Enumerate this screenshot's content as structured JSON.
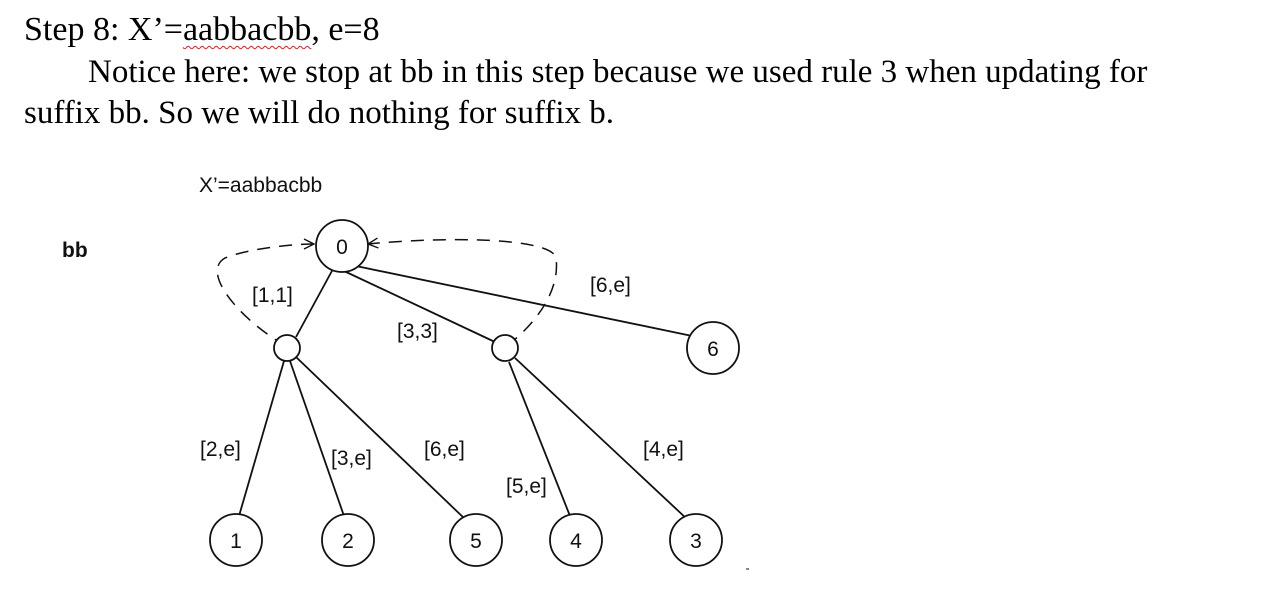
{
  "heading": {
    "prefix": "Step 8: X’=",
    "string": "aabbacbb",
    "suffix": ", e=8"
  },
  "paragraph": {
    "line1": "Notice here: we stop at bb in this step because we used rule 3 when updating for",
    "line2": "suffix bb. So we will do nothing for suffix b."
  },
  "diagram": {
    "title": "X’=aabbacbb",
    "side_label": "bb",
    "nodes": {
      "root": "0",
      "internal_left": "",
      "internal_right": "",
      "leaf_1": "1",
      "leaf_2": "2",
      "leaf_5": "5",
      "leaf_4": "4",
      "leaf_3": "3",
      "leaf_6": "6"
    },
    "edges": {
      "root_to_left": "[1,1]",
      "root_to_right": "[3,3]",
      "root_to_leaf6": "[6,e]",
      "left_to_leaf1": "[2,e]",
      "left_to_leaf2": "[3,e]",
      "left_to_leaf5": "[6,e]",
      "right_to_leaf4": "[5,e]",
      "right_to_leaf3": "[4,e]"
    }
  }
}
